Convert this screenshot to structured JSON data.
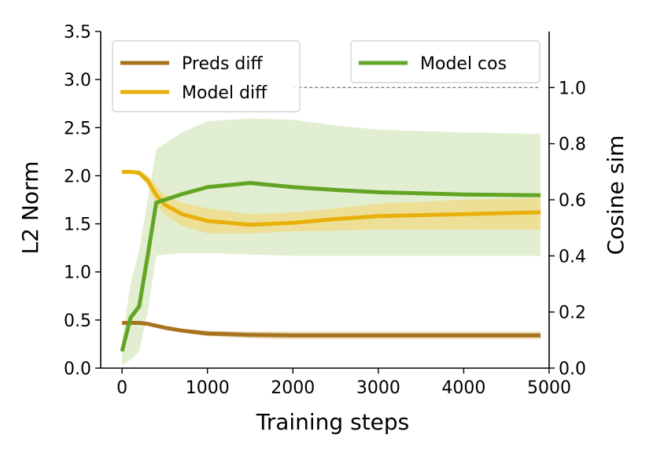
{
  "chart_data": {
    "type": "line",
    "xlabel": "Training steps",
    "ylabel_left": "L2 Norm",
    "ylabel_right": "Cosine sim",
    "xlim": [
      -250,
      5000
    ],
    "ylim_left": [
      0.0,
      3.5
    ],
    "ylim_right": [
      0.0,
      1.2
    ],
    "x_ticks": [
      0,
      1000,
      2000,
      3000,
      4000,
      5000
    ],
    "x_tick_labels": [
      "0",
      "1000",
      "2000",
      "3000",
      "4000",
      "5000"
    ],
    "y_left_ticks": [
      0.0,
      0.5,
      1.0,
      1.5,
      2.0,
      2.5,
      3.0,
      3.5
    ],
    "y_left_tick_labels": [
      "0.0",
      "0.5",
      "1.0",
      "1.5",
      "2.0",
      "2.5",
      "3.0",
      "3.5"
    ],
    "y_right_ticks": [
      0.0,
      0.2,
      0.4,
      0.6,
      0.8,
      1.0
    ],
    "y_right_tick_labels": [
      "0.0",
      "0.2",
      "0.4",
      "0.6",
      "0.8",
      "1.0"
    ],
    "reference_line": {
      "axis": "right",
      "y": 1.0,
      "x_from": 2000,
      "x_to": 4900,
      "style": "dashed",
      "color": "#808080"
    },
    "series": [
      {
        "name": "Preds diff",
        "axis": "left",
        "color": "#a8731f",
        "band_color": "#e9d6b3",
        "x": [
          0,
          100,
          200,
          300,
          400,
          500,
          700,
          1000,
          1500,
          2000,
          3000,
          4000,
          4900
        ],
        "y": [
          0.47,
          0.47,
          0.47,
          0.46,
          0.44,
          0.42,
          0.39,
          0.36,
          0.345,
          0.34,
          0.34,
          0.34,
          0.34
        ],
        "y_low": [
          0.45,
          0.45,
          0.45,
          0.44,
          0.42,
          0.4,
          0.37,
          0.33,
          0.31,
          0.3,
          0.3,
          0.3,
          0.3
        ],
        "y_high": [
          0.49,
          0.49,
          0.49,
          0.48,
          0.46,
          0.44,
          0.41,
          0.39,
          0.38,
          0.38,
          0.38,
          0.38,
          0.38
        ]
      },
      {
        "name": "Model diff",
        "axis": "left",
        "color": "#e8b00b",
        "band_color": "#f0dc8c",
        "x": [
          0,
          100,
          200,
          300,
          400,
          500,
          700,
          1000,
          1500,
          2000,
          2500,
          3000,
          4000,
          4900
        ],
        "y": [
          2.04,
          2.04,
          2.03,
          1.95,
          1.8,
          1.7,
          1.6,
          1.53,
          1.49,
          1.51,
          1.55,
          1.58,
          1.6,
          1.62
        ],
        "y_low": [
          2.04,
          2.04,
          2.0,
          1.9,
          1.7,
          1.6,
          1.48,
          1.4,
          1.4,
          1.42,
          1.43,
          1.44,
          1.44,
          1.44
        ],
        "y_high": [
          2.04,
          2.04,
          2.06,
          2.0,
          1.9,
          1.8,
          1.72,
          1.66,
          1.6,
          1.62,
          1.66,
          1.71,
          1.75,
          1.77
        ]
      },
      {
        "name": "Model cos",
        "axis": "right",
        "color": "#62a524",
        "band_color": "#dcebc9",
        "x": [
          0,
          100,
          200,
          300,
          400,
          500,
          700,
          1000,
          1500,
          2000,
          2500,
          3000,
          4000,
          4900
        ],
        "y": [
          0.06,
          0.18,
          0.22,
          0.4,
          0.59,
          0.6,
          0.62,
          0.645,
          0.66,
          0.645,
          0.635,
          0.627,
          0.619,
          0.616
        ],
        "y_low": [
          0.01,
          0.03,
          0.06,
          0.2,
          0.4,
          0.405,
          0.41,
          0.41,
          0.405,
          0.4,
          0.4,
          0.4,
          0.4,
          0.4
        ],
        "y_high": [
          0.1,
          0.3,
          0.42,
          0.6,
          0.78,
          0.8,
          0.84,
          0.88,
          0.89,
          0.885,
          0.865,
          0.85,
          0.84,
          0.835
        ]
      }
    ],
    "legends": [
      {
        "placement": "upper-left",
        "entries": [
          "Preds diff",
          "Model diff"
        ]
      },
      {
        "placement": "upper-right",
        "entries": [
          "Model cos"
        ]
      }
    ]
  }
}
